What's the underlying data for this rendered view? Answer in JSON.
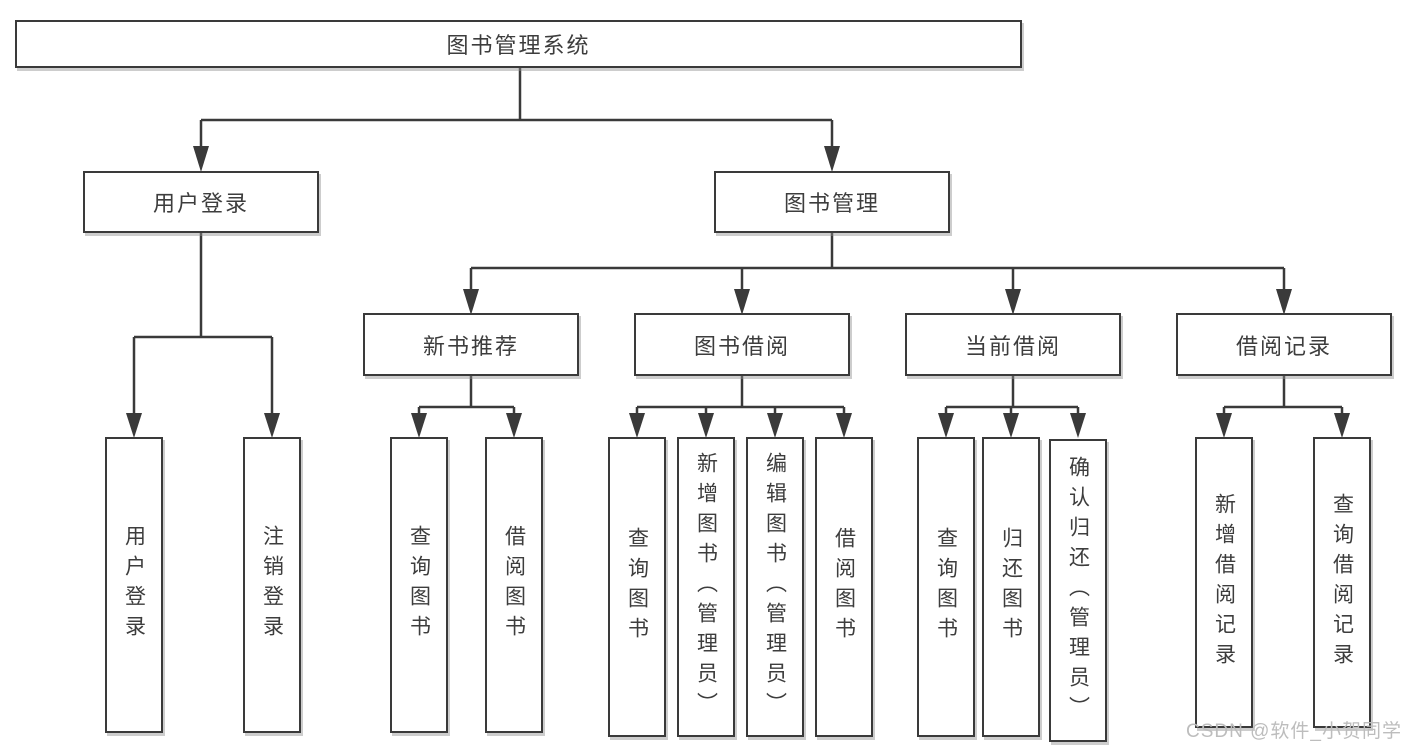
{
  "nodes": {
    "root": "图书管理系统",
    "user_login": "用户登录",
    "book_management": "图书管理",
    "new_book_recommend": "新书推荐",
    "book_borrow": "图书借阅",
    "current_borrow": "当前借阅",
    "borrow_records": "借阅记录",
    "user_login_leaf": "用户登录",
    "logout_leaf": "注销登录",
    "nb_query_book": "查询图书",
    "nb_borrow_book": "借阅图书",
    "bb_query_book": "查询图书",
    "bb_add_book": "新增图书（管理员）",
    "bb_edit_book": "编辑图书（管理员）",
    "bb_borrow_book": "借阅图书",
    "cb_query_book": "查询图书",
    "cb_return_book": "归还图书",
    "cb_confirm_return": "确认归还（管理员）",
    "br_add_record": "新增借阅记录",
    "br_query_record": "查询借阅记录"
  },
  "hierarchy": {
    "图书管理系统": {
      "用户登录": [
        "用户登录",
        "注销登录"
      ],
      "图书管理": {
        "新书推荐": [
          "查询图书",
          "借阅图书"
        ],
        "图书借阅": [
          "查询图书",
          "新增图书（管理员）",
          "编辑图书（管理员）",
          "借阅图书"
        ],
        "当前借阅": [
          "查询图书",
          "归还图书",
          "确认归还（管理员）"
        ],
        "借阅记录": [
          "新增借阅记录",
          "查询借阅记录"
        ]
      }
    }
  },
  "watermark": "CSDN @软件_小贺同学",
  "colors": {
    "line": "#3a3a3a",
    "text": "#3d3d3d",
    "box_background": "#ffffff",
    "watermark": "#bdbdbd",
    "page_background": "#ffffff"
  }
}
